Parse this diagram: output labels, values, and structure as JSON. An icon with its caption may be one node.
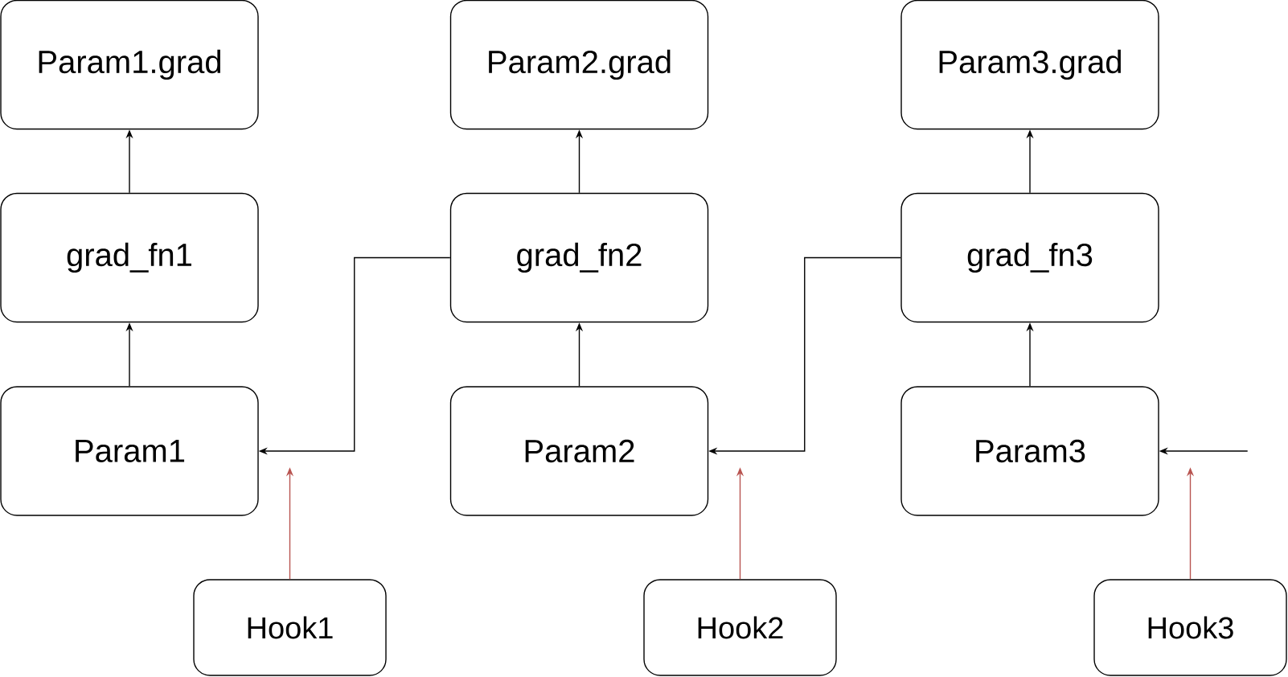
{
  "diagram": {
    "nodes": [
      {
        "text": [
          "Param1.grad"
        ]
      },
      {
        "text": [
          "Param2.grad"
        ]
      },
      {
        "text": [
          "Param3.grad"
        ]
      },
      {
        "text": [
          "grad_fn1"
        ]
      },
      {
        "text": [
          "grad_fn2"
        ]
      },
      {
        "text": [
          "grad_fn3"
        ]
      },
      {
        "text": [
          "Param1"
        ]
      },
      {
        "text": [
          "Param2"
        ]
      },
      {
        "text": [
          "Param3"
        ]
      },
      {
        "text": [
          "Hook1"
        ]
      },
      {
        "text": [
          "Hook2"
        ]
      },
      {
        "text": [
          "Hook3"
        ]
      }
    ],
    "edges": [
      {
        "from": 6,
        "to": 3,
        "arrow": "to"
      },
      {
        "from": 3,
        "to": 0,
        "arrow": "to"
      },
      {
        "from": 7,
        "to": 4,
        "arrow": "to"
      },
      {
        "from": 4,
        "to": 1,
        "arrow": "to"
      },
      {
        "from": 8,
        "to": 5,
        "arrow": "to"
      },
      {
        "from": 5,
        "to": 2,
        "arrow": "to"
      },
      {
        "from": 4,
        "to": 6,
        "arrow": "to"
      },
      {
        "from": 5,
        "to": 7,
        "arrow": "to"
      },
      {
        "from": null,
        "to": 8,
        "arrow": "to"
      },
      {
        "from": 9,
        "to": null,
        "arrow": "to",
        "color": "#b85450"
      },
      {
        "from": 10,
        "to": null,
        "arrow": "to",
        "color": "#b85450"
      },
      {
        "from": 11,
        "to": null,
        "arrow": "to",
        "color": "#b85450"
      }
    ]
  }
}
